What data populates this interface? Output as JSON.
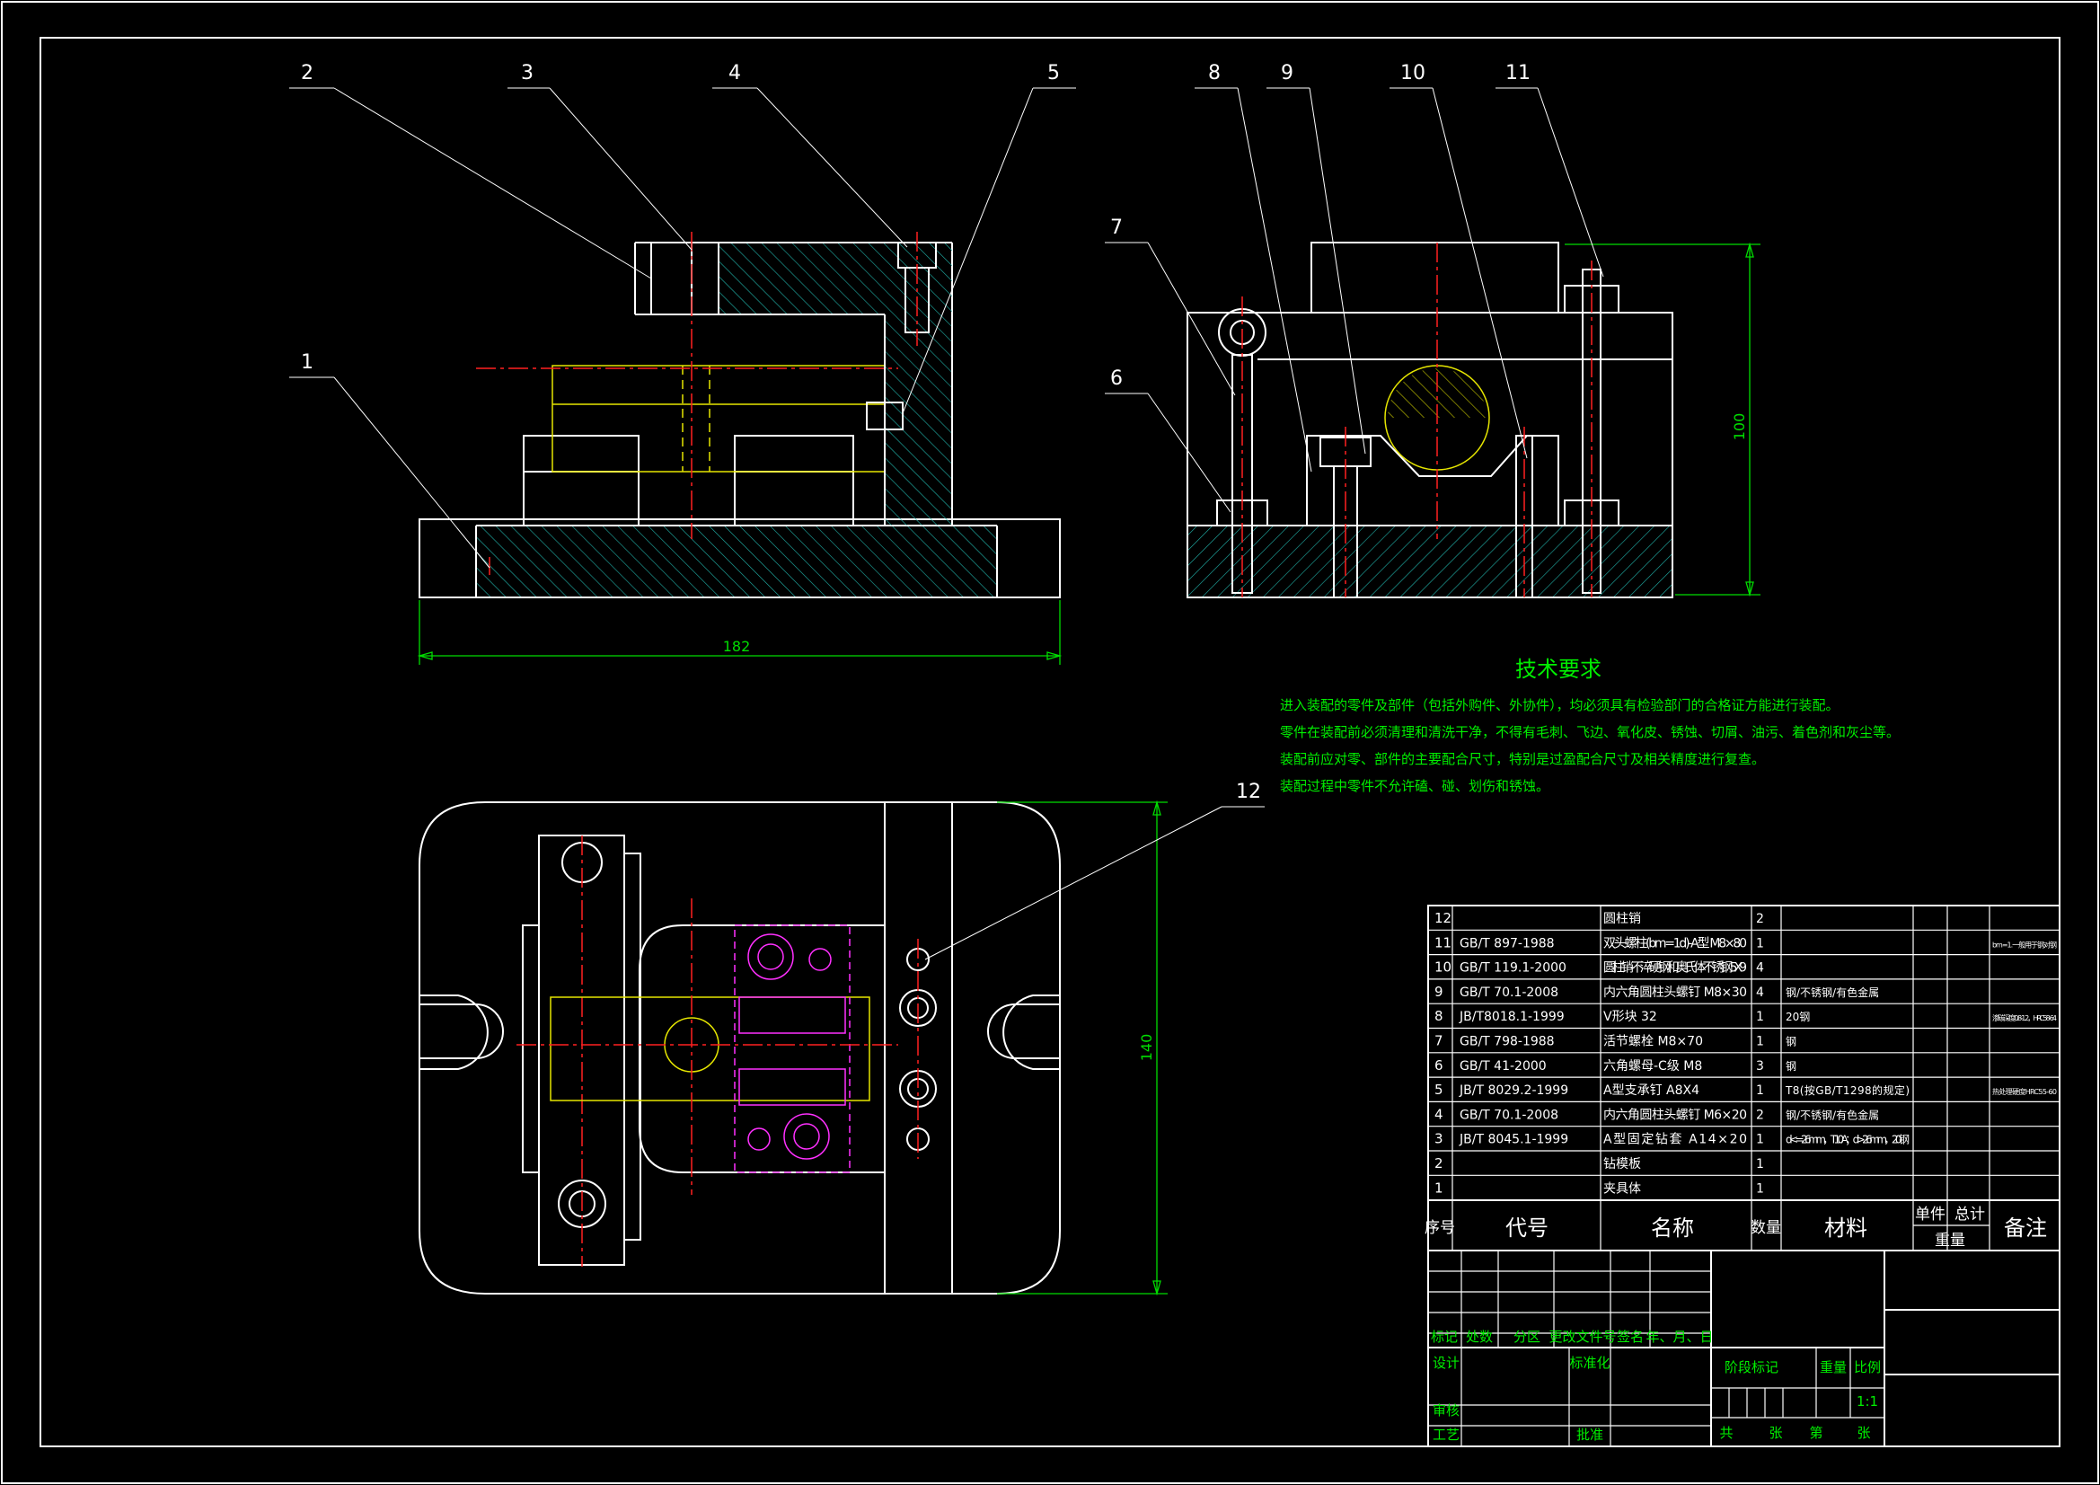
{
  "balloons": [
    "1",
    "2",
    "3",
    "4",
    "5",
    "6",
    "7",
    "8",
    "9",
    "10",
    "11",
    "12"
  ],
  "dims": {
    "width_front": "182",
    "height_side": "100",
    "height_top": "140"
  },
  "tech_req": {
    "title": "技术要求",
    "lines": [
      "进入装配的零件及部件（包括外购件、外协件），均必须具有检验部门的合格证方能进行装配。",
      "零件在装配前必须清理和清洗干净，不得有毛刺、飞边、氧化皮、锈蚀、切屑、油污、着色剂和灰尘等。",
      "装配前应对零、部件的主要配合尺寸，特别是过盈配合尺寸及相关精度进行复查。",
      "装配过程中零件不允许磕、碰、划伤和锈蚀。"
    ]
  },
  "bom": {
    "rows": [
      {
        "no": "12",
        "code": "",
        "name": "圆柱销",
        "qty": "2",
        "mat": "",
        "note": ""
      },
      {
        "no": "11",
        "code": "GB/T 897-1988",
        "name": "双头螺柱(bm=1d)-A型 M8×80",
        "qty": "1",
        "mat": "",
        "note": "bm=1.一般用于钢对钢"
      },
      {
        "no": "10",
        "code": "GB/T 119.1-2000",
        "name": "圆柱销-不淬硬钢和奥氏体不锈钢 5X9",
        "qty": "4",
        "mat": "",
        "note": ""
      },
      {
        "no": "9",
        "code": "GB/T 70.1-2008",
        "name": "内六角圆柱头螺钉 M8×30",
        "qty": "4",
        "mat": "钢/不锈钢/有色金属",
        "note": ""
      },
      {
        "no": "8",
        "code": "JB/T8018.1-1999",
        "name": "V形块 32",
        "qty": "1",
        "mat": "20钢",
        "note": "渗碳深度0.8-1.2，HRC58-64"
      },
      {
        "no": "7",
        "code": "GB/T 798-1988",
        "name": "活节螺栓 M8×70",
        "qty": "1",
        "mat": "钢",
        "note": ""
      },
      {
        "no": "6",
        "code": "GB/T 41-2000",
        "name": "六角螺母-C级 M8",
        "qty": "3",
        "mat": "钢",
        "note": ""
      },
      {
        "no": "5",
        "code": "JB/T 8029.2-1999",
        "name": "A型支承钉 A8X4",
        "qty": "1",
        "mat": "T8(按GB/T1298的规定)",
        "note": "热处理硬度HRC55-60"
      },
      {
        "no": "4",
        "code": "GB/T 70.1-2008",
        "name": "内六角圆柱头螺钉 M6×20",
        "qty": "2",
        "mat": "钢/不锈钢/有色金属",
        "note": ""
      },
      {
        "no": "3",
        "code": "JB/T 8045.1-1999",
        "name": "A型固定钻套 A14×20",
        "qty": "1",
        "mat": "d<=26mm，T10A；d>26mm，20钢",
        "note": ""
      },
      {
        "no": "2",
        "code": "",
        "name": "钻模板",
        "qty": "1",
        "mat": "",
        "note": ""
      },
      {
        "no": "1",
        "code": "",
        "name": "夹具体",
        "qty": "1",
        "mat": "",
        "note": ""
      }
    ],
    "headers": {
      "no": "序号",
      "code": "代号",
      "name": "名称",
      "qty": "数量",
      "mat": "材料",
      "unit": "单件",
      "total": "总计",
      "weight": "重量",
      "note": "备注"
    }
  },
  "title_block": {
    "mark": "标记",
    "count": "处数",
    "zone": "分区",
    "doc": "更改文件号",
    "sign": "签名",
    "date": "年、月、日",
    "design": "设计",
    "std": "标准化",
    "stage": "阶段标记",
    "weight": "重量",
    "scale": "比例",
    "scale_val": "1:1",
    "review": "审核",
    "process": "工艺",
    "approve": "批准",
    "total": "共",
    "sheets": "张",
    "sheet_no": "第",
    "sheet": "张"
  }
}
